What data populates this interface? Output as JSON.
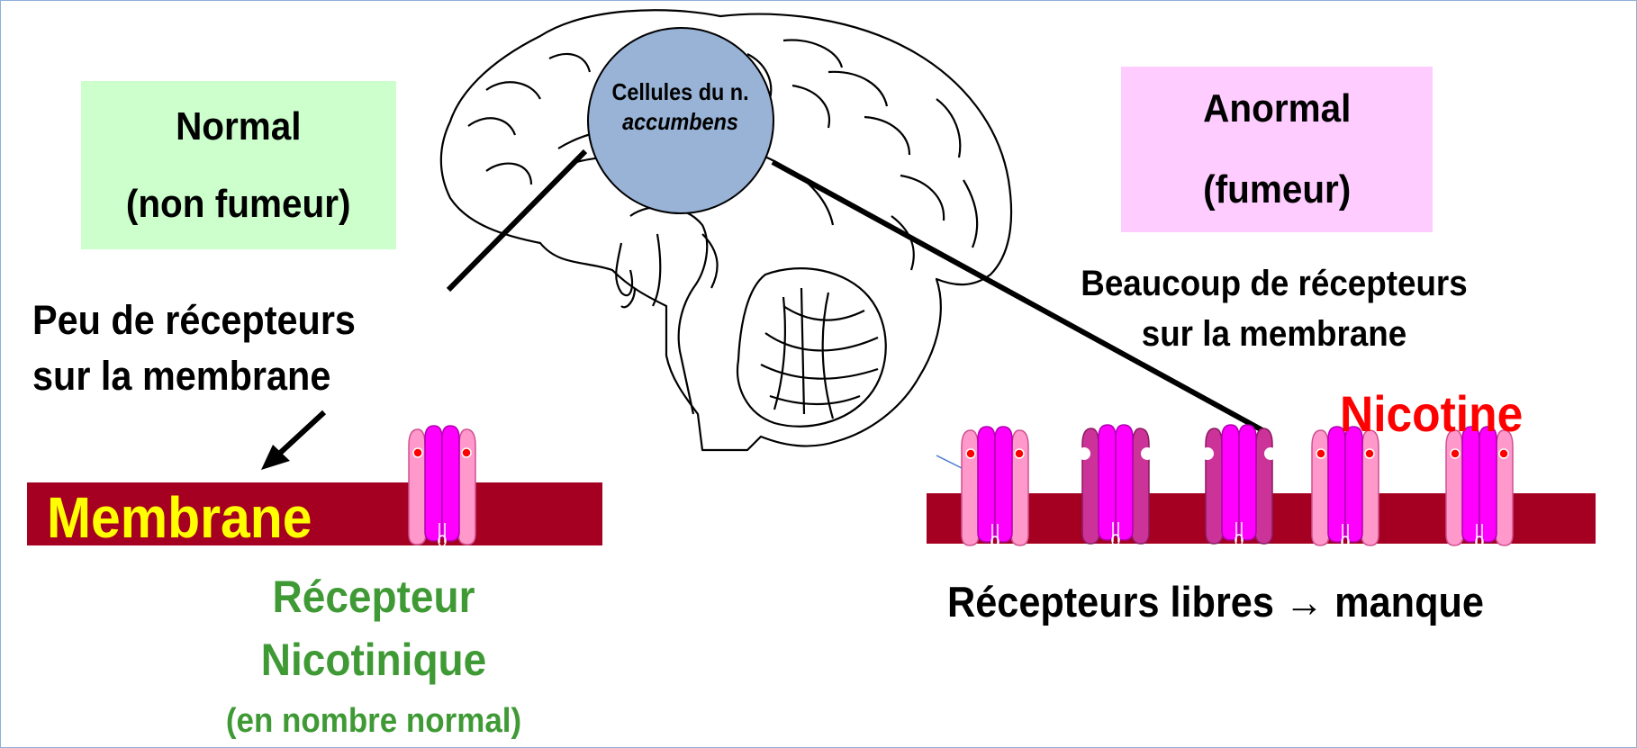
{
  "normal_box": {
    "title": "Normal",
    "subtitle": "(non fumeur)",
    "bg": "#ccffcc"
  },
  "abnormal_box": {
    "title": "Anormal",
    "subtitle": "(fumeur)",
    "bg": "#ffccff"
  },
  "left_caption": {
    "line1": "Peu de récepteurs",
    "line2": "sur la membrane"
  },
  "right_caption": {
    "line1": "Beaucoup de récepteurs",
    "line2": "sur la membrane"
  },
  "accumbens": {
    "line1": "Cellules du n.",
    "line2": "accumbens",
    "color": "#98b3d6"
  },
  "membrane_label": "Membrane",
  "receptor_label": {
    "line1": "Récepteur",
    "line2": "Nicotinique",
    "line3": "(en nombre normal)"
  },
  "free_receptors_label": "Récepteurs libres → manque",
  "nicotine_label": "Nicotine",
  "colors": {
    "membrane": "#a50021",
    "receptor_light": "#ff99cc",
    "receptor_magenta": "#ff00ff",
    "receptor_dark": "#cc3399",
    "nicotine": "#ff0000",
    "membrane_text": "#ffff00",
    "receptor_text": "#3f9a35"
  },
  "icons": [
    "brain-illustration",
    "arrow-down-left",
    "nicotinic-receptor-icon"
  ]
}
